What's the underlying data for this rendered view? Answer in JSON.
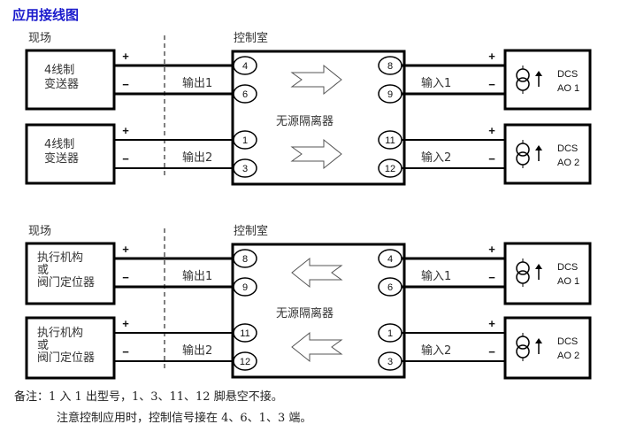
{
  "title": "应用接线图",
  "diagram1": {
    "field_label": "现场",
    "control_label": "控制室",
    "isolator_label": "无源隔离器",
    "direction": "field-to-control",
    "field_devices": [
      {
        "line1": "4线制",
        "line2": "变送器",
        "line3": "",
        "output_label": "输出1",
        "pins": [
          "4",
          "6"
        ]
      },
      {
        "line1": "4线制",
        "line2": "变送器",
        "line3": "",
        "output_label": "输出2",
        "pins": [
          "1",
          "3"
        ]
      }
    ],
    "outputs": [
      {
        "pins": [
          "8",
          "9"
        ],
        "input_label": "输入1",
        "dcs_line1": "DCS",
        "dcs_line2": "AO 1"
      },
      {
        "pins": [
          "11",
          "12"
        ],
        "input_label": "输入2",
        "dcs_line1": "DCS",
        "dcs_line2": "AO 2"
      }
    ]
  },
  "diagram2": {
    "field_label": "现场",
    "control_label": "控制室",
    "isolator_label": "无源隔离器",
    "direction": "control-to-field",
    "field_devices": [
      {
        "line1": "执行机构",
        "line2": "或",
        "line3": "阀门定位器",
        "output_label": "输出1",
        "pins": [
          "8",
          "9"
        ]
      },
      {
        "line1": "执行机构",
        "line2": "或",
        "line3": "阀门定位器",
        "output_label": "输出2",
        "pins": [
          "11",
          "12"
        ]
      }
    ],
    "outputs": [
      {
        "pins": [
          "4",
          "6"
        ],
        "input_label": "输入1",
        "dcs_line1": "DCS",
        "dcs_line2": "AO 1"
      },
      {
        "pins": [
          "1",
          "3"
        ],
        "input_label": "输入2",
        "dcs_line1": "DCS",
        "dcs_line2": "AO 2"
      }
    ]
  },
  "signs": {
    "plus": "+",
    "minus": "−"
  },
  "notes": {
    "line1": "备注：1 入 1 出型号，1、3、11、12 脚悬空不接。",
    "line2": "注意控制应用时，控制信号接在 4、6、1、3 端。"
  }
}
